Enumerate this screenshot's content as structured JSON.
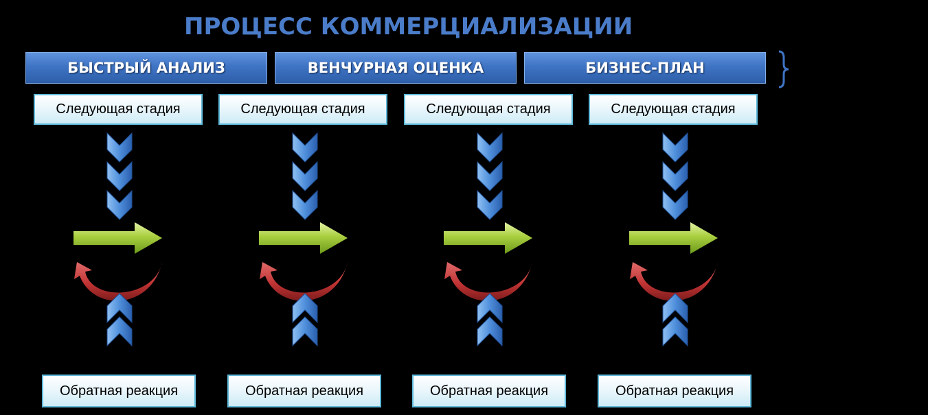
{
  "title": "ПРОЦЕСС КОММЕРЦИАЛИЗАЦИИ",
  "stages": [
    {
      "label": "БЫСТРЫЙ АНАЛИЗ"
    },
    {
      "label": "ВЕНЧУРНАЯ ОЦЕНКА"
    },
    {
      "label": "БИЗНЕС-ПЛАН"
    }
  ],
  "columns": [
    {
      "next_label": "Следующая стадия",
      "feedback_label": "Обратная реакция"
    },
    {
      "next_label": "Следующая стадия",
      "feedback_label": "Обратная реакция"
    },
    {
      "next_label": "Следующая стадия",
      "feedback_label": "Обратная реакция"
    },
    {
      "next_label": "Следующая стадия",
      "feedback_label": "Обратная реакция"
    }
  ],
  "colors": {
    "background": "#000000",
    "title": "#4a7cc9",
    "stage_bar": "#3f74c4",
    "chevron": "#4f8fdb",
    "forward_arrow": "#a6cc3c",
    "feedback_arrow": "#c83a3a",
    "label_box_border": "#5fb9da"
  },
  "icons": {
    "down_chevrons": "chevron-down-icon",
    "up_chevrons": "chevron-up-icon",
    "forward_arrow": "arrow-right-icon",
    "feedback_arrow": "u-turn-arrow-icon",
    "brace": "right-brace-icon"
  }
}
